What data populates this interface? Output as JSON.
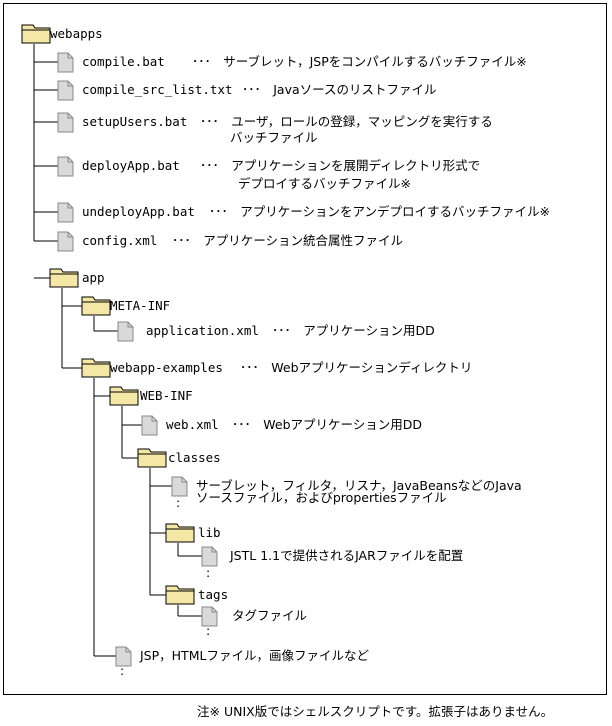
{
  "items": [
    {
      "id": "webapps",
      "kind": "folder",
      "name": "webapps",
      "desc": ""
    },
    {
      "id": "compile",
      "kind": "file",
      "name": "compile.bat",
      "desc": "･･･　サーブレット，JSPをコンパイルするバッチファイル※"
    },
    {
      "id": "srclist",
      "kind": "file",
      "name": "compile_src_list.txt",
      "desc": "･･･　Javaソースのリストファイル"
    },
    {
      "id": "setup",
      "kind": "file",
      "name": "setupUsers.bat",
      "desc": "･･･　ユーザ，ロールの登録，マッピングを実行する",
      "desc2": "バッチファイル"
    },
    {
      "id": "deploy",
      "kind": "file",
      "name": "deployApp.bat",
      "desc": "･･･　アプリケーションを展開ディレクトリ形式で",
      "desc2": "デプロイするバッチファイル※"
    },
    {
      "id": "undeploy",
      "kind": "file",
      "name": "undeployApp.bat",
      "desc": "･･･　アプリケーションをアンデプロイするバッチファイル※"
    },
    {
      "id": "config",
      "kind": "file",
      "name": "config.xml",
      "desc": "･･･　アプリケーション統合属性ファイル"
    },
    {
      "id": "app",
      "kind": "folder",
      "name": "app",
      "desc": ""
    },
    {
      "id": "metainf",
      "kind": "folder",
      "name": "META-INF",
      "desc": ""
    },
    {
      "id": "appxml",
      "kind": "file",
      "name": "application.xml",
      "desc": "･･･　アプリケーション用DD"
    },
    {
      "id": "webex",
      "kind": "folder",
      "name": "webapp-examples",
      "desc": "･･･　Webアプリケーションディレクトリ"
    },
    {
      "id": "webinf",
      "kind": "folder",
      "name": "WEB-INF",
      "desc": ""
    },
    {
      "id": "webxml",
      "kind": "file",
      "name": "web.xml",
      "desc": "･･･　Webアプリケーション用DD"
    },
    {
      "id": "classes",
      "kind": "folder",
      "name": "classes",
      "desc": ""
    },
    {
      "id": "classfiles",
      "kind": "file",
      "name": "",
      "desc": "サーブレット，フィルタ，リスナ，JavaBeansなどのJava",
      "desc2": "ソースファイル，およびpropertiesファイル",
      "more": ":"
    },
    {
      "id": "lib",
      "kind": "folder",
      "name": "lib",
      "desc": ""
    },
    {
      "id": "jarfiles",
      "kind": "file",
      "name": "",
      "desc": "JSTL 1.1で提供されるJARファイルを配置",
      "more": ":"
    },
    {
      "id": "tags",
      "kind": "folder",
      "name": "tags",
      "desc": ""
    },
    {
      "id": "tagfiles",
      "kind": "file",
      "name": "",
      "desc": "タグファイル",
      "more": ":"
    },
    {
      "id": "jspfiles",
      "kind": "file",
      "name": "",
      "desc": "JSP，HTMLファイル，画像ファイルなど",
      "more": ":"
    }
  ],
  "footnote": "注※ UNIX版ではシェルスクリプトです。拡張子はありません。",
  "colors": {
    "folder": "#f5e8a6",
    "file": "#d9d9d9",
    "line": "#000000"
  }
}
